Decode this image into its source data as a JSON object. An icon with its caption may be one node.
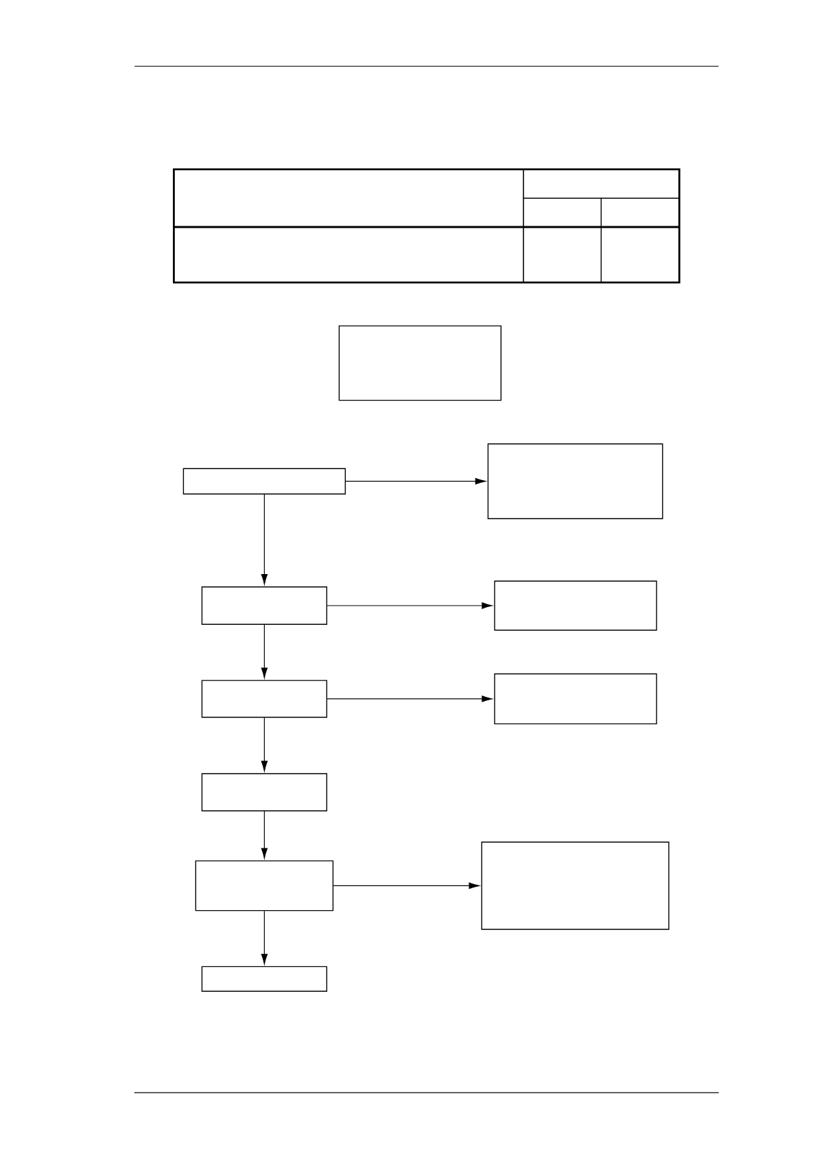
{
  "diagram": {
    "nodes": [
      {
        "text": [],
        "shape": "box"
      },
      {
        "text": [],
        "shape": "box"
      },
      {
        "text": [],
        "shape": "box"
      },
      {
        "text": [],
        "shape": "box"
      },
      {
        "text": [],
        "shape": "box"
      },
      {
        "text": [],
        "shape": "box"
      },
      {
        "text": [],
        "shape": "box"
      },
      {
        "text": [],
        "shape": "box"
      },
      {
        "text": [],
        "shape": "box"
      },
      {
        "text": [],
        "shape": "box"
      },
      {
        "text": [],
        "shape": "box"
      }
    ],
    "edges": [
      {
        "from": 1,
        "to": 2,
        "arrow": "to"
      },
      {
        "from": 1,
        "to": 3,
        "arrow": "to"
      },
      {
        "from": 3,
        "to": 4,
        "arrow": "to"
      },
      {
        "from": 3,
        "to": 5,
        "arrow": "to"
      },
      {
        "from": 5,
        "to": 6,
        "arrow": "to"
      },
      {
        "from": 5,
        "to": 7,
        "arrow": "to"
      },
      {
        "from": 7,
        "to": 8,
        "arrow": "to"
      },
      {
        "from": 8,
        "to": 9,
        "arrow": "to"
      },
      {
        "from": 8,
        "to": 10,
        "arrow": "to"
      }
    ]
  }
}
